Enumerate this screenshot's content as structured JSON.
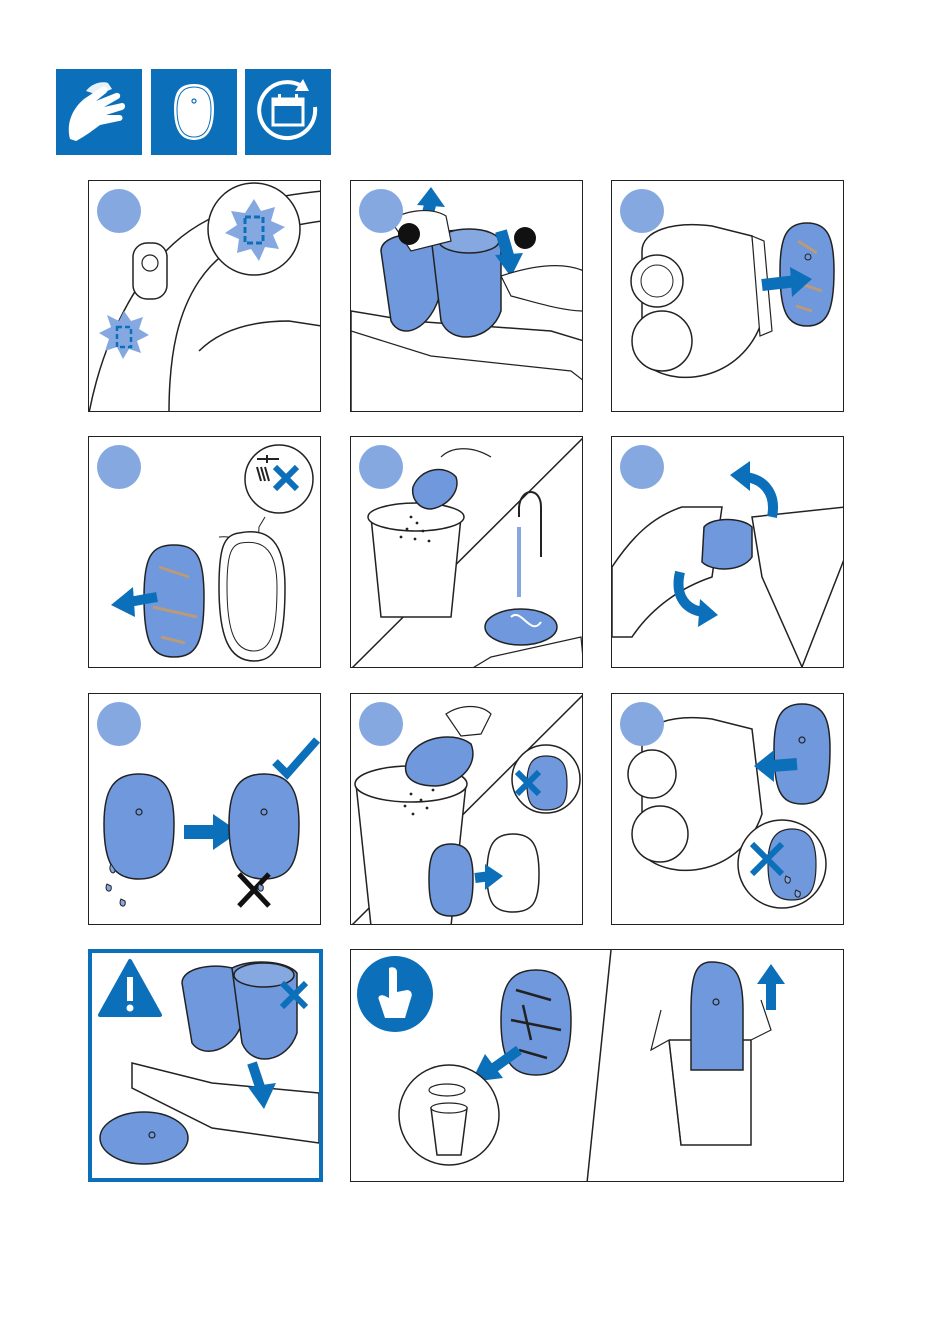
{
  "colors": {
    "brand_blue": "#0c6fb9",
    "filter_blue": "#6f98dd",
    "badge_blue": "#86a8e0",
    "line": "#222222"
  },
  "header_icons": [
    "wipe-hands-icon",
    "filter-icon",
    "calendar-cycle-icon"
  ],
  "steps": [
    {
      "icon": "handle-display-alert-illustration"
    },
    {
      "icon": "remove-container-illustration",
      "sub_badges": 2
    },
    {
      "icon": "pull-filter-out-illustration"
    },
    {
      "icon": "no-tap-water-illustration"
    },
    {
      "icon": "tap-filter-clean-illustration"
    },
    {
      "icon": "twist-filter-illustration"
    },
    {
      "icon": "dry-filter-illustration"
    },
    {
      "icon": "shake-filter-dust-illustration"
    },
    {
      "icon": "insert-dry-filter-illustration"
    }
  ],
  "warning": {
    "icon": "warning-icon"
  },
  "tip": {
    "icon": "tip-hand-icon"
  }
}
